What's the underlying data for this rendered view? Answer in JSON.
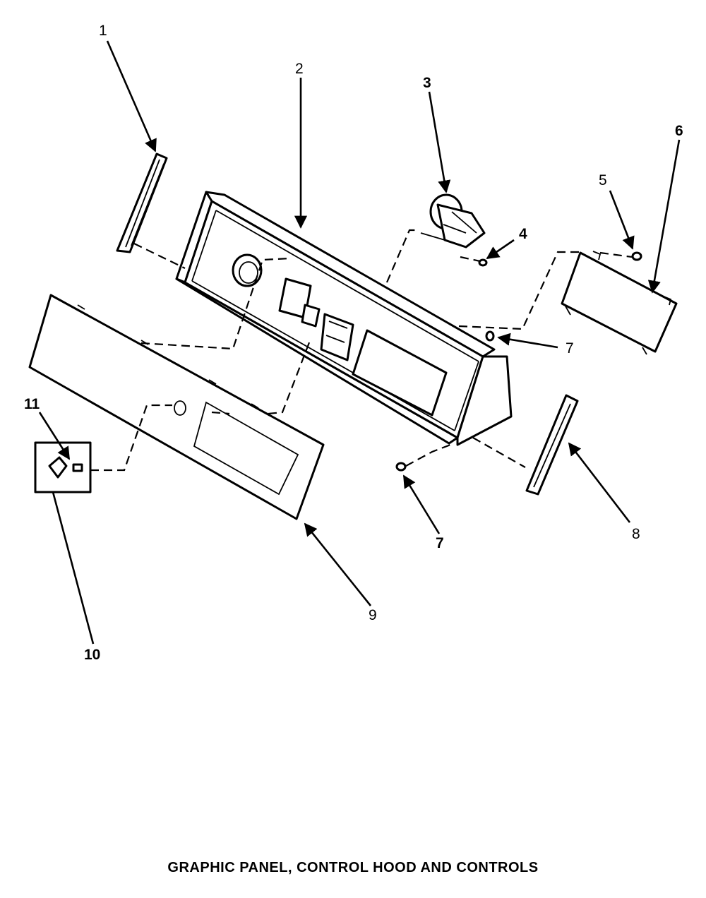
{
  "diagram": {
    "caption": "GRAPHIC PANEL, CONTROL HOOD AND CONTROLS",
    "callouts": [
      {
        "id": "1",
        "label": "1"
      },
      {
        "id": "2",
        "label": "2"
      },
      {
        "id": "3",
        "label": "3"
      },
      {
        "id": "4",
        "label": "4"
      },
      {
        "id": "5",
        "label": "5"
      },
      {
        "id": "6",
        "label": "6"
      },
      {
        "id": "7a",
        "label": "7"
      },
      {
        "id": "7b",
        "label": "7"
      },
      {
        "id": "8",
        "label": "8"
      },
      {
        "id": "9",
        "label": "9"
      },
      {
        "id": "10",
        "label": "10"
      },
      {
        "id": "11",
        "label": "11"
      }
    ]
  }
}
